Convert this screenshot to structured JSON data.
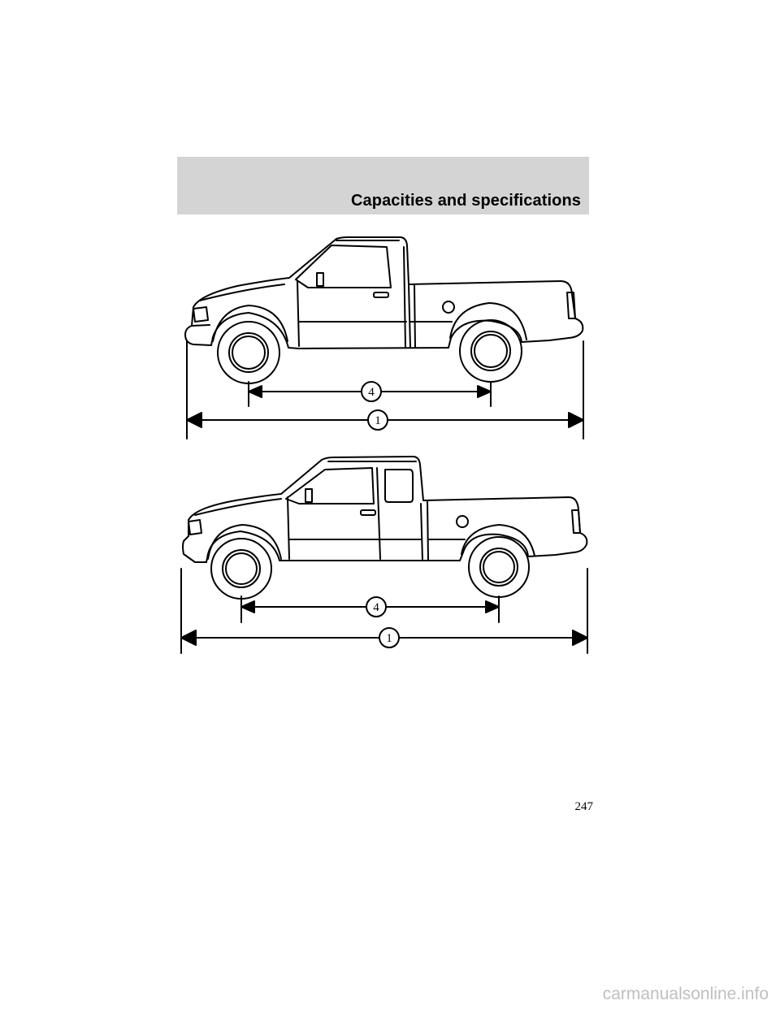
{
  "header": {
    "title": "Capacities and specifications"
  },
  "figures": [
    {
      "name": "regular-cab",
      "callouts": {
        "wheelbase": "4",
        "overall_length": "1"
      }
    },
    {
      "name": "super-cab",
      "callouts": {
        "wheelbase": "4",
        "overall_length": "1"
      }
    }
  ],
  "page_number": "247",
  "watermark": "carmanualsonline.info"
}
